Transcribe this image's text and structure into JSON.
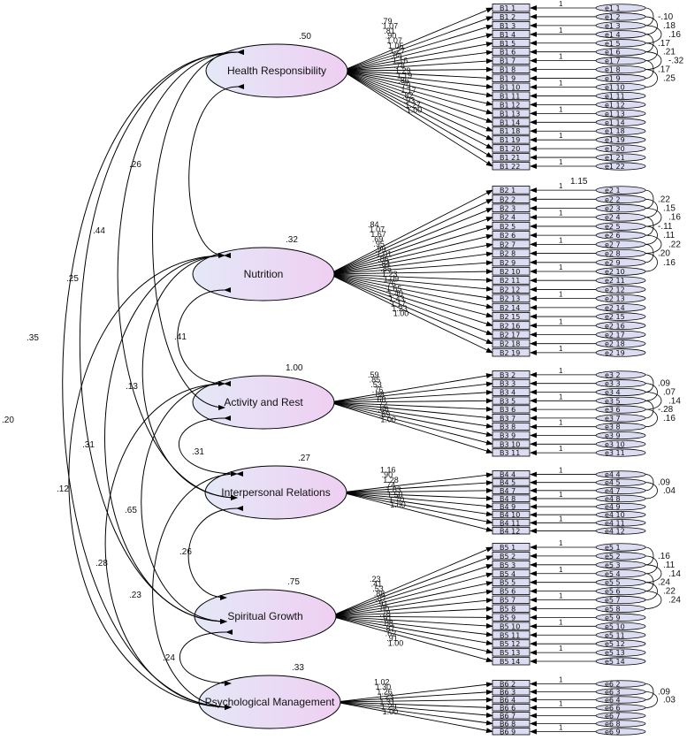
{
  "latents": [
    {
      "id": "HR",
      "label": "Health Responsibility",
      "r2": ".50",
      "items": [
        "B1 1",
        "B1 2",
        "B1 3",
        "B1 4",
        "B1 5",
        "B1 6",
        "B1 7",
        "B1 8",
        "B1 9",
        "B1 10",
        "B1 11",
        "B1 12",
        "B1 13",
        "B1 14",
        "B1 18",
        "B1 19",
        "B1 20",
        "B1 21",
        "B1 22"
      ],
      "errors": [
        "e1 1",
        "e1 2",
        "e1 3",
        "e1 4",
        "e1 5",
        "e1 6",
        "e1 7",
        "e1 8",
        "e1 9",
        "e1 10",
        "e1 11",
        "e1 12",
        "e1 13",
        "e1 14",
        "e1 18",
        "e1 19",
        "e1 20",
        "e1 21",
        "e1 22"
      ],
      "loadings": [
        ".79",
        "1.07",
        ".81",
        ".90",
        "1.07",
        "1.05",
        "1.27",
        ".84",
        "1.16",
        ".78",
        "1.29",
        "1.19",
        ".86",
        ".79",
        "1.17",
        ".82",
        ".93",
        "1.27",
        "1.00"
      ]
    },
    {
      "id": "NU",
      "label": "Nutrition",
      "r2": ".32",
      "items": [
        "B2 1",
        "B2 2",
        "B2 3",
        "B2 4",
        "B2 5",
        "B2 6",
        "B2 7",
        "B2 8",
        "B2 9",
        "B2 10",
        "B2 11",
        "B2 12",
        "B2 13",
        "B2 14",
        "B2 15",
        "B2 16",
        "B2 17",
        "B2 18",
        "B2 19"
      ],
      "errors": [
        "e2 1",
        "e2 2",
        "e2 3",
        "e2 4",
        "e2 5",
        "e2 6",
        "e2 7",
        "e2 8",
        "e2 9",
        "e2 10",
        "e2 11",
        "e2 12",
        "e2 13",
        "e2 14",
        "e2 15",
        "e2 16",
        "e2 17",
        "e2 18",
        "e2 19"
      ],
      "loadings": [
        ".84",
        "1.07",
        "1.67",
        ".69",
        ".95",
        ".99",
        "1.01",
        ".86",
        ".84",
        ".85",
        "1.23",
        "1.09",
        ".76",
        "1.65",
        "1.40",
        "1.43",
        "1.17",
        "1.23",
        "1.00"
      ]
    },
    {
      "id": "AR",
      "label": "Activity and Rest",
      "r2": "1.00",
      "items": [
        "B3 2",
        "B3 3",
        "B3 4",
        "B3 5",
        "B3 6",
        "B3 7",
        "B3 8",
        "B3 9",
        "B3 10",
        "B3 11"
      ],
      "errors": [
        "e3 2",
        "e3 3",
        "e3 4",
        "e3 5",
        "e3 6",
        "e3 7",
        "e3 8",
        "e3 9",
        "e3 10",
        "e3 11"
      ],
      "loadings": [
        ".59",
        ".85",
        ".53",
        ".76",
        ".88",
        ".68",
        ".72",
        ".66",
        ".69",
        "1.00"
      ]
    },
    {
      "id": "IR",
      "label": "Interpersonal Relations",
      "r2": ".27",
      "items": [
        "B4 4",
        "B4 5",
        "B4 7",
        "B4 8",
        "B4 9",
        "B4 10",
        "B4 11",
        "B4 12"
      ],
      "errors": [
        "e4 4",
        "e4 5",
        "e4 7",
        "e4 8",
        "e4 9",
        "e4 10",
        "e4 11",
        "e4 12"
      ],
      "loadings": [
        "1.16",
        ".90",
        "1.28",
        ".74",
        "1.83",
        "1.50",
        "1.70",
        "1.00"
      ]
    },
    {
      "id": "SG",
      "label": "Spiritual Growth",
      "r2": ".75",
      "items": [
        "B5 1",
        "B5 2",
        "B5 3",
        "B5 4",
        "B5 5",
        "B5 6",
        "B5 7",
        "B5 8",
        "B5 9",
        "B5 10",
        "B5 11",
        "B5 12",
        "B5 13",
        "B5 14"
      ],
      "errors": [
        "e5 1",
        "e5 2",
        "e5 3",
        "e5 4",
        "e5 5",
        "e5 6",
        "e5 7",
        "e5 8",
        "e5 9",
        "e5 10",
        "e5 11",
        "e5 12",
        "e5 13",
        "e5 14"
      ],
      "loadings": [
        ".23",
        ".41",
        ".53",
        ".88",
        ".87",
        ".91",
        ".80",
        ".78",
        ".91",
        ".88",
        ".87",
        ".62",
        ".91",
        "1.00"
      ]
    },
    {
      "id": "PM",
      "label": "Psychological Management",
      "r2": ".33",
      "items": [
        "B6 2",
        "B6 3",
        "B6 4",
        "B6 6",
        "B6 7",
        "B6 8",
        "B6 9"
      ],
      "errors": [
        "e6 2",
        "e6 3",
        "e6 4",
        "e6 6",
        "e6 7",
        "e6 8",
        "e6 9"
      ],
      "loadings": [
        "1.02",
        "1.30",
        "1.26",
        "1.23",
        "1.31",
        "1.29",
        "1.00"
      ]
    }
  ],
  "one_label": "1",
  "correlations": [
    {
      "from": "HR",
      "to": "NU",
      "value": ".26"
    },
    {
      "from": "HR",
      "to": "AR",
      "value": ".44"
    },
    {
      "from": "HR",
      "to": "IR",
      "value": ".25"
    },
    {
      "from": "HR",
      "to": "SG",
      "value": ".35"
    },
    {
      "from": "HR",
      "to": "PM",
      "value": ".20"
    },
    {
      "from": "NU",
      "to": "AR",
      "value": ".41"
    },
    {
      "from": "NU",
      "to": "IR",
      "value": ".13"
    },
    {
      "from": "NU",
      "to": "SG",
      "value": ".31"
    },
    {
      "from": "NU",
      "to": "PM",
      "value": ".12"
    },
    {
      "from": "AR",
      "to": "IR",
      "value": ".31"
    },
    {
      "from": "AR",
      "to": "SG",
      "value": ".65"
    },
    {
      "from": "AR",
      "to": "PM",
      "value": ".28"
    },
    {
      "from": "IR",
      "to": "SG",
      "value": ".26"
    },
    {
      "from": "IR",
      "to": "PM",
      "value": ".23"
    },
    {
      "from": "SG",
      "to": "PM",
      "value": ".24"
    }
  ],
  "error_covariances": [
    {
      "group": 0,
      "values": [
        "-.10",
        ".18",
        ".16",
        ".17",
        ".21",
        "-.32",
        ".17",
        ".25"
      ]
    },
    {
      "group": 1,
      "values": [
        ".22",
        ".15",
        ".16",
        "-.11",
        ".11",
        ".22",
        ".20",
        ".16"
      ]
    },
    {
      "group": 2,
      "values": [
        ".09",
        ".07",
        ".14",
        "-.28",
        ".16"
      ]
    },
    {
      "group": 3,
      "values": [
        ".09",
        ".04"
      ]
    },
    {
      "group": 4,
      "values": [
        ".16",
        ".11",
        ".14",
        ".24",
        ".22",
        ".24"
      ]
    },
    {
      "group": 5,
      "values": [
        ".09",
        ".03"
      ]
    }
  ],
  "extra_labels": {
    "b2_top": "1.15"
  }
}
